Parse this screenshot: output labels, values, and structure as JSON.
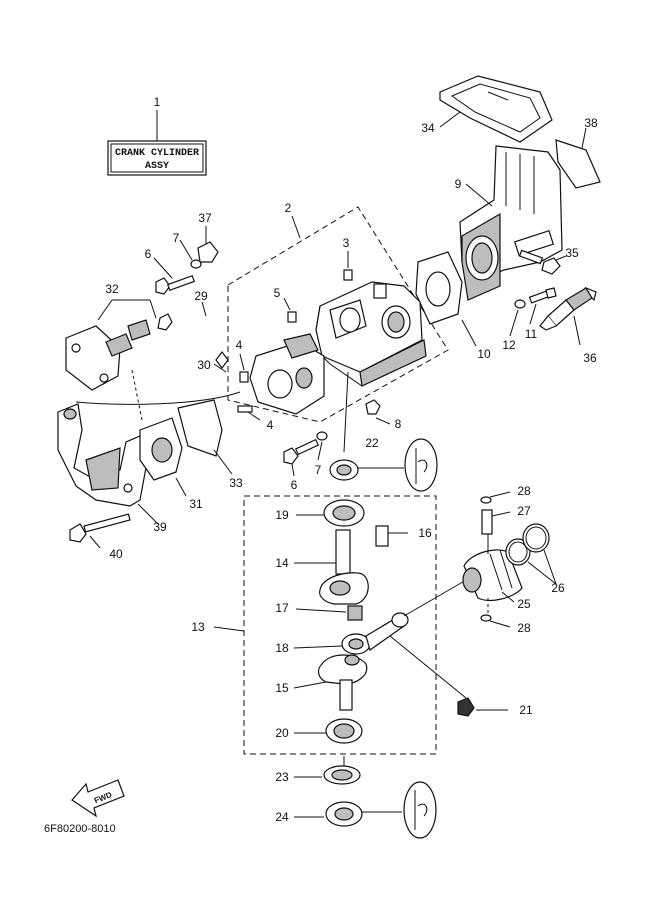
{
  "label_box": {
    "line1": "CRANK CYLINDER",
    "line2": "ASSY"
  },
  "fwd_label": "FWD",
  "drawing_code": "6F80200-8010",
  "callouts": [
    "1",
    "2",
    "3",
    "4",
    "4",
    "5",
    "6",
    "6",
    "7",
    "7",
    "8",
    "9",
    "10",
    "11",
    "12",
    "13",
    "14",
    "15",
    "16",
    "17",
    "18",
    "19",
    "20",
    "21",
    "22",
    "23",
    "24",
    "25",
    "26",
    "27",
    "28",
    "28",
    "29",
    "30",
    "31",
    "32",
    "33",
    "34",
    "35",
    "36",
    "37",
    "38",
    "39",
    "40"
  ]
}
